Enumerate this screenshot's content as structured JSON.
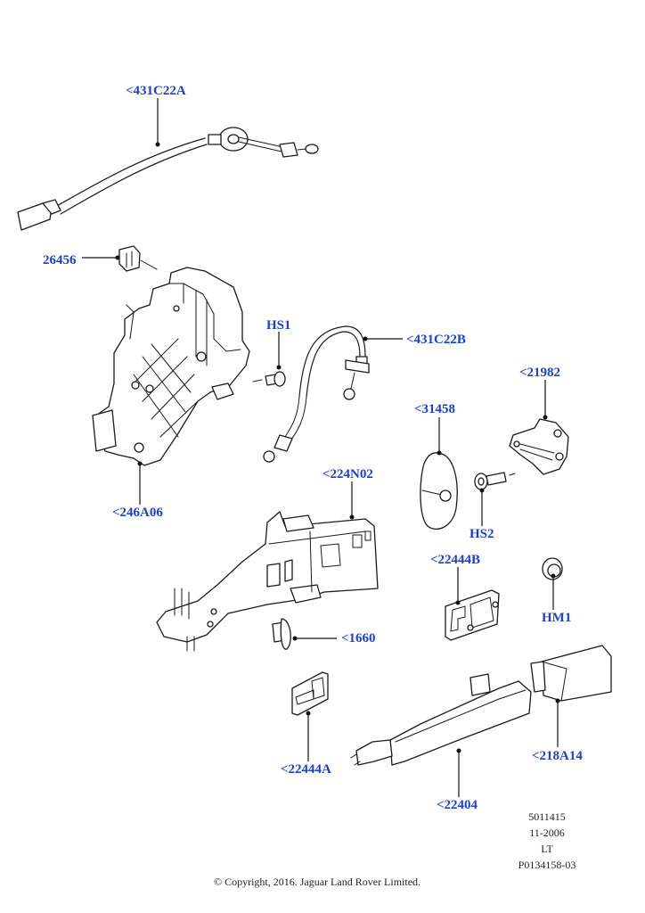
{
  "diagram": {
    "title": "Door lock, latch and exterior handle parts",
    "callouts": [
      {
        "id": "431C22A",
        "label": "<431C22A",
        "part": "release cable"
      },
      {
        "id": "26456",
        "label": "26456",
        "part": "clip"
      },
      {
        "id": "HS1",
        "label": "HS1",
        "part": "screw"
      },
      {
        "id": "431C22B",
        "label": "<431C22B",
        "part": "release cable"
      },
      {
        "id": "246A06",
        "label": "<246A06",
        "part": "door latch"
      },
      {
        "id": "21982",
        "label": "<21982",
        "part": "striker"
      },
      {
        "id": "31458",
        "label": "<31458",
        "part": "cover"
      },
      {
        "id": "HS2",
        "label": "HS2",
        "part": "screw"
      },
      {
        "id": "224N02",
        "label": "<224N02",
        "part": "handle bracket"
      },
      {
        "id": "22444B",
        "label": "<22444B",
        "part": "gasket"
      },
      {
        "id": "HM1",
        "label": "HM1",
        "part": "plug"
      },
      {
        "id": "1660",
        "label": "<1660",
        "part": "fastener"
      },
      {
        "id": "22444A",
        "label": "<22444A",
        "part": "gasket"
      },
      {
        "id": "218A14",
        "label": "<218A14",
        "part": "handle cap"
      },
      {
        "id": "22404",
        "label": "<22404",
        "part": "exterior handle"
      }
    ]
  },
  "reference": {
    "code": "5011415",
    "date": "11-2006",
    "type": "LT",
    "illustration_id": "P0134158-03"
  },
  "footer": {
    "copyright": "© Copyright, 2016. Jaguar Land Rover Limited."
  }
}
